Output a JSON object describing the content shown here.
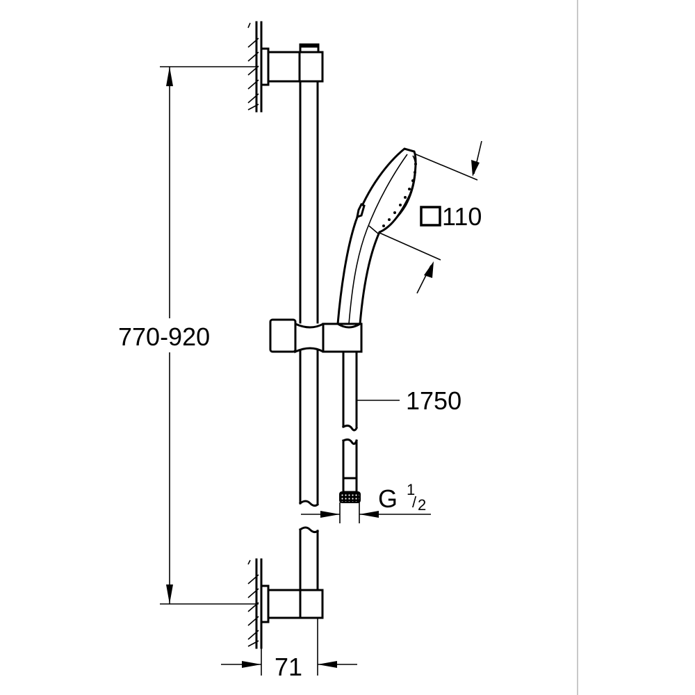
{
  "drawing": {
    "title": "Shower rail set technical drawing",
    "dimensions": {
      "rail_height": "770-920",
      "hose_length": "1750",
      "head_size_symbol": "square",
      "head_size": "110",
      "connection_thread_prefix": "G",
      "connection_thread_num": "1",
      "connection_thread_slash": "/",
      "connection_thread_den": "2",
      "wall_projection": "71"
    },
    "colors": {
      "line": "#000000",
      "background": "#ffffff",
      "divider": "#c8c8c8"
    }
  }
}
